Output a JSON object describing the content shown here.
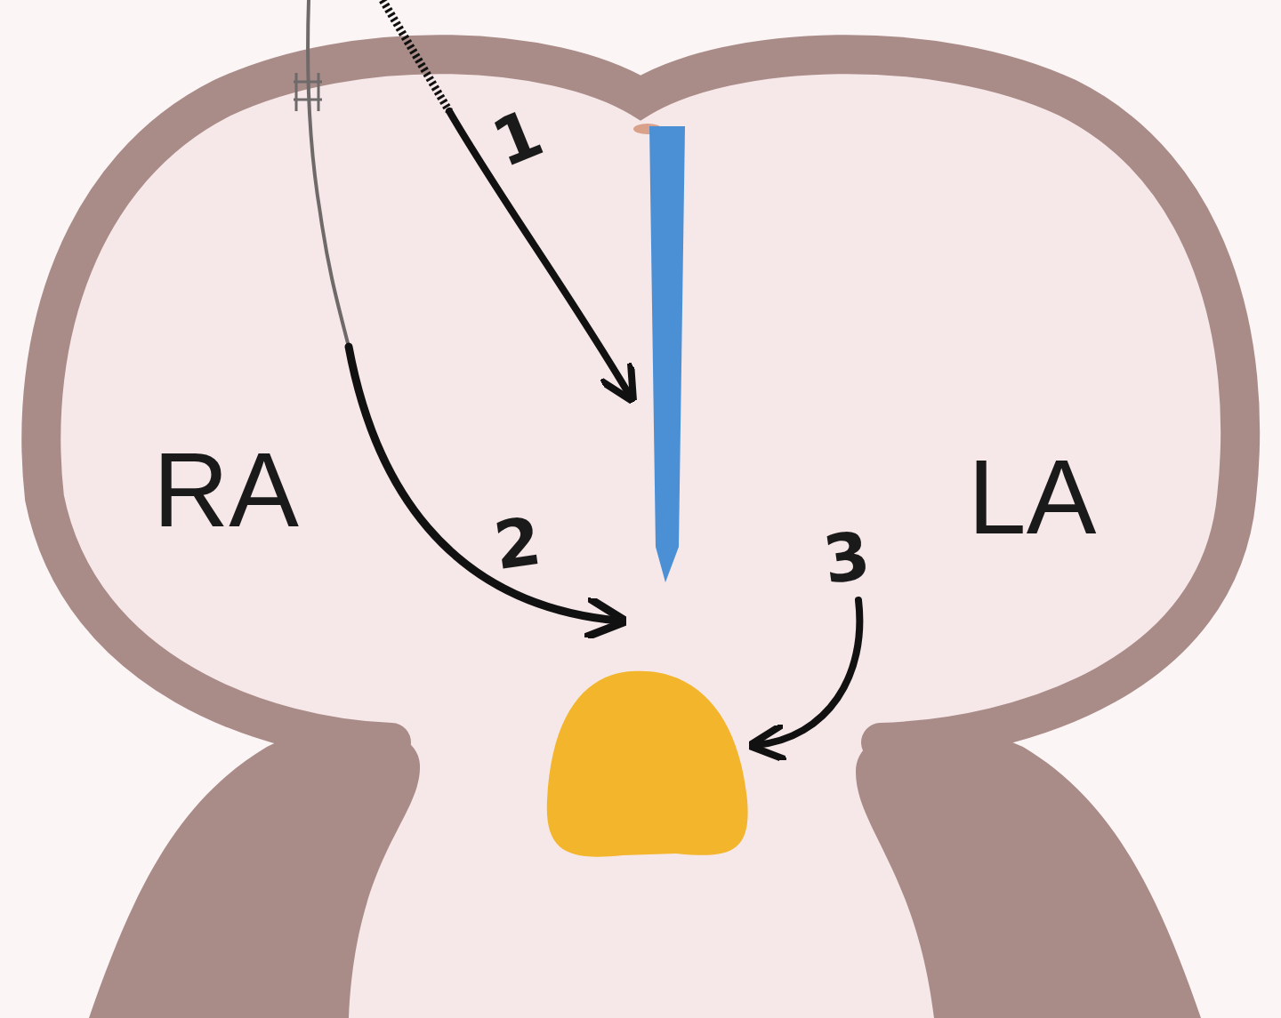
{
  "diagram": {
    "labels": [
      "1",
      "RA",
      "2",
      "3",
      "LA"
    ]
  }
}
